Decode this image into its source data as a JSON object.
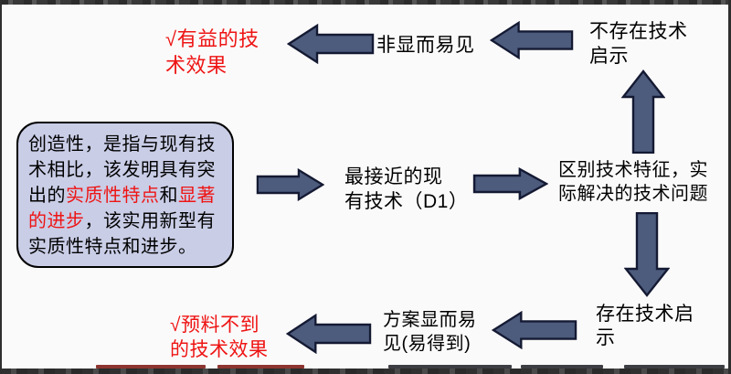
{
  "colors": {
    "background": "#fbfafa",
    "arrow_fill": "#4d5b7c",
    "arrow_stroke": "#141a33",
    "box_fill": "#c9cde6",
    "box_border": "#000000",
    "red": "#ee1414",
    "text": "#000000"
  },
  "definition_box": {
    "segments": [
      {
        "text": "创造性，是指与现有技术相比，该发明具有突出的",
        "color": "black"
      },
      {
        "text": "实质性特点",
        "color": "red"
      },
      {
        "text": "和",
        "color": "black"
      },
      {
        "text": "显著的进步",
        "color": "red"
      },
      {
        "text": "，该实用新型有实质性特点和进步。",
        "color": "black"
      }
    ]
  },
  "nodes": {
    "closest_prior_art": "最接近的现\n有技术（D1）",
    "distinguishing_features": "区别技术特征，实\n际解决的技术问题",
    "no_technical_suggestion": "不存在技术\n启示",
    "non_obvious": "非显而易见",
    "beneficial_effect": "√有益的技\n术效果",
    "technical_suggestion_exists": "存在技术启\n示",
    "obvious_solution": "方案显而易\n见(易得到)",
    "unexpected_effect": "√预料不到\n的技术效果"
  }
}
